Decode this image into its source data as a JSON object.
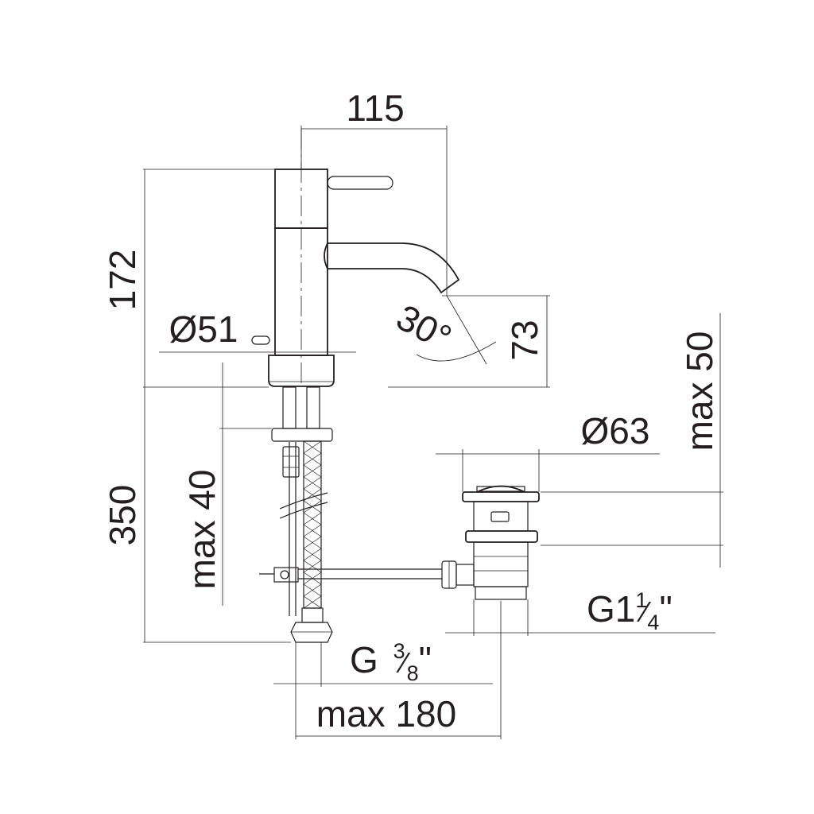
{
  "dimensions": {
    "spout_reach": "115",
    "body_height": "172",
    "body_diameter": "Ø51",
    "spout_angle": "30°",
    "spout_height": "73",
    "waste_max_height": "max 50",
    "waste_diameter": "Ø63",
    "hose_length": "350",
    "deck_max_thickness": "max 40",
    "waste_thread": {
      "prefix": "G1",
      "num": "1",
      "den": "4",
      "suffix": "\""
    },
    "hose_thread": {
      "prefix": "G ",
      "num": "3",
      "den": "8",
      "suffix": "\""
    },
    "max_distance": "max 180"
  },
  "colors": {
    "line": "#231f20",
    "background": "#ffffff"
  }
}
